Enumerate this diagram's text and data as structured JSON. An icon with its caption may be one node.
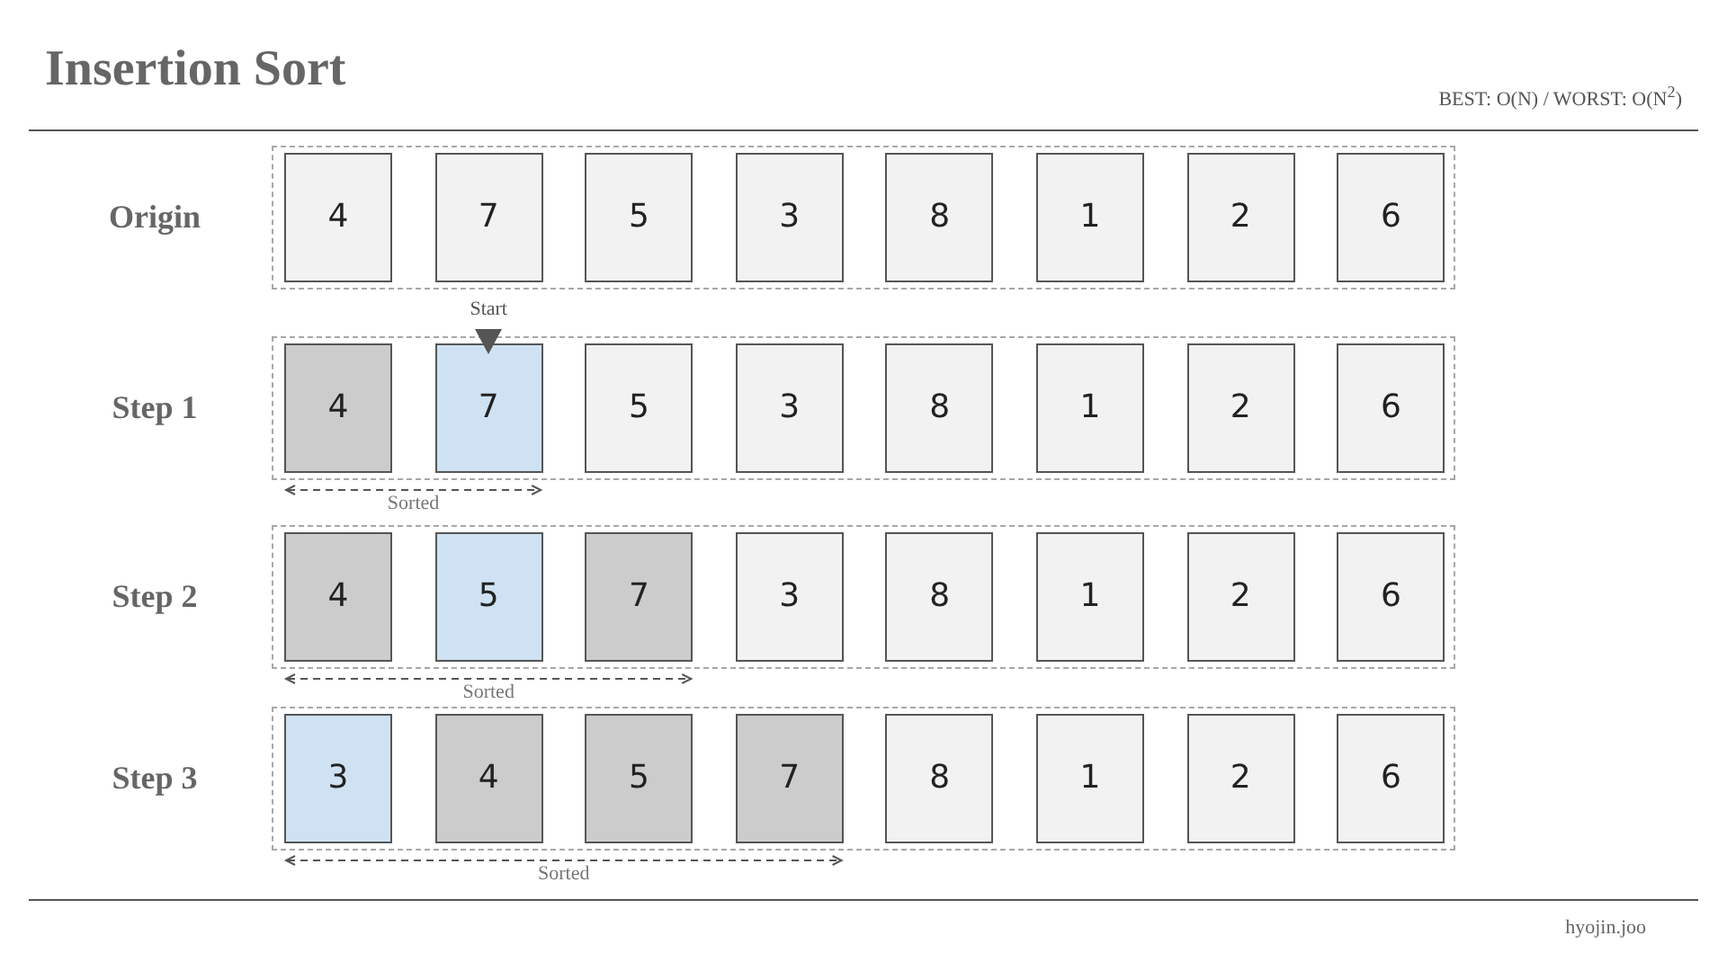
{
  "diagram": {
    "title": "Insertion Sort",
    "nodes": [
      {
        "text": [
          "Origin"
        ]
      },
      {
        "text": [
          "4"
        ],
        "in": 0
      },
      {
        "text": [
          "7"
        ],
        "in": 0
      },
      {
        "text": [
          "5"
        ],
        "in": 0
      },
      {
        "text": [
          "3"
        ],
        "in": 0
      },
      {
        "text": [
          "8"
        ],
        "in": 0
      },
      {
        "text": [
          "1"
        ],
        "in": 0
      },
      {
        "text": [
          "2"
        ],
        "in": 0
      },
      {
        "text": [
          "6"
        ],
        "in": 0
      },
      {
        "text": [
          "Step 1"
        ]
      },
      {
        "text": [
          "4"
        ],
        "in": 9
      },
      {
        "text": [
          "7"
        ],
        "in": 9
      },
      {
        "text": [
          "5"
        ],
        "in": 9
      },
      {
        "text": [
          "3"
        ],
        "in": 9
      },
      {
        "text": [
          "8"
        ],
        "in": 9
      },
      {
        "text": [
          "1"
        ],
        "in": 9
      },
      {
        "text": [
          "2"
        ],
        "in": 9
      },
      {
        "text": [
          "6"
        ],
        "in": 9
      },
      {
        "text": [
          "Step 2"
        ]
      },
      {
        "text": [
          "4"
        ],
        "in": 18
      },
      {
        "text": [
          "5"
        ],
        "in": 18
      },
      {
        "text": [
          "7"
        ],
        "in": 18
      },
      {
        "text": [
          "3"
        ],
        "in": 18
      },
      {
        "text": [
          "8"
        ],
        "in": 18
      },
      {
        "text": [
          "1"
        ],
        "in": 18
      },
      {
        "text": [
          "2"
        ],
        "in": 18
      },
      {
        "text": [
          "6"
        ],
        "in": 18
      },
      {
        "text": [
          "Step 3"
        ]
      },
      {
        "text": [
          "3"
        ],
        "in": 27
      },
      {
        "text": [
          "4"
        ],
        "in": 27
      },
      {
        "text": [
          "5"
        ],
        "in": 27
      },
      {
        "text": [
          "7"
        ],
        "in": 27
      },
      {
        "text": [
          "8"
        ],
        "in": 27
      },
      {
        "text": [
          "1"
        ],
        "in": 27
      },
      {
        "text": [
          "2"
        ],
        "in": 27
      },
      {
        "text": [
          "6"
        ],
        "in": 27
      }
    ],
    "labels": [
      "BEST: O(N) / WORST: O(N$^{2}$)",
      "Start",
      "Sorted",
      "Sorted",
      "Sorted",
      "hyojin.joo"
    ]
  }
}
